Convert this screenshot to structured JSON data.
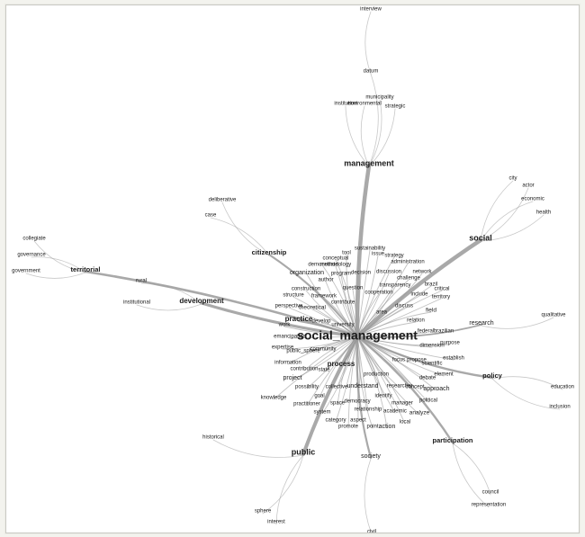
{
  "network": {
    "center": "social_management",
    "edge_color": "#9a9a9a",
    "hubs": [
      "management",
      "social",
      "public",
      "development",
      "territorial",
      "citizenship",
      "policy",
      "participation",
      "society",
      "research",
      "practice",
      "process"
    ],
    "nodes": [
      "interview",
      "datum",
      "institution",
      "municipality",
      "environmental",
      "strategic",
      "management",
      "city",
      "actor",
      "economic",
      "health",
      "social",
      "deliberative",
      "case",
      "citizenship",
      "collegiate",
      "governance",
      "government",
      "territorial",
      "rural",
      "institutional",
      "development",
      "sustainability",
      "issue",
      "conceptual",
      "tool",
      "strategy",
      "methodology",
      "administration",
      "demonstrate",
      "organization",
      "program",
      "decision",
      "discussion",
      "network",
      "author",
      "challenge",
      "brazil",
      "question",
      "transparency",
      "construction",
      "include",
      "territory",
      "structure",
      "framework",
      "cooperation",
      "contribute",
      "discuss",
      "theoretical",
      "area",
      "field",
      "critical",
      "perspective",
      "practice",
      "develop",
      "university",
      "relation",
      "federal",
      "brazilian",
      "research",
      "qualitative",
      "work",
      "emancipation",
      "dimension",
      "purpose",
      "expertise",
      "public_sphere",
      "community",
      "establish",
      "information",
      "process",
      "focus",
      "propose",
      "scientific",
      "contribution",
      "state",
      "production",
      "debate",
      "element",
      "policy",
      "project",
      "possibility",
      "collective",
      "understand",
      "researcher",
      "concept",
      "approach",
      "education",
      "knowledge",
      "goal",
      "identify",
      "political",
      "inclusion",
      "practitioner",
      "space",
      "democracy",
      "manager",
      "relationship",
      "academic",
      "analyze",
      "system",
      "category",
      "aspect",
      "promote",
      "point",
      "action",
      "local",
      "historical",
      "public",
      "society",
      "participation",
      "council",
      "representation",
      "sphere",
      "interest",
      "civil"
    ]
  }
}
